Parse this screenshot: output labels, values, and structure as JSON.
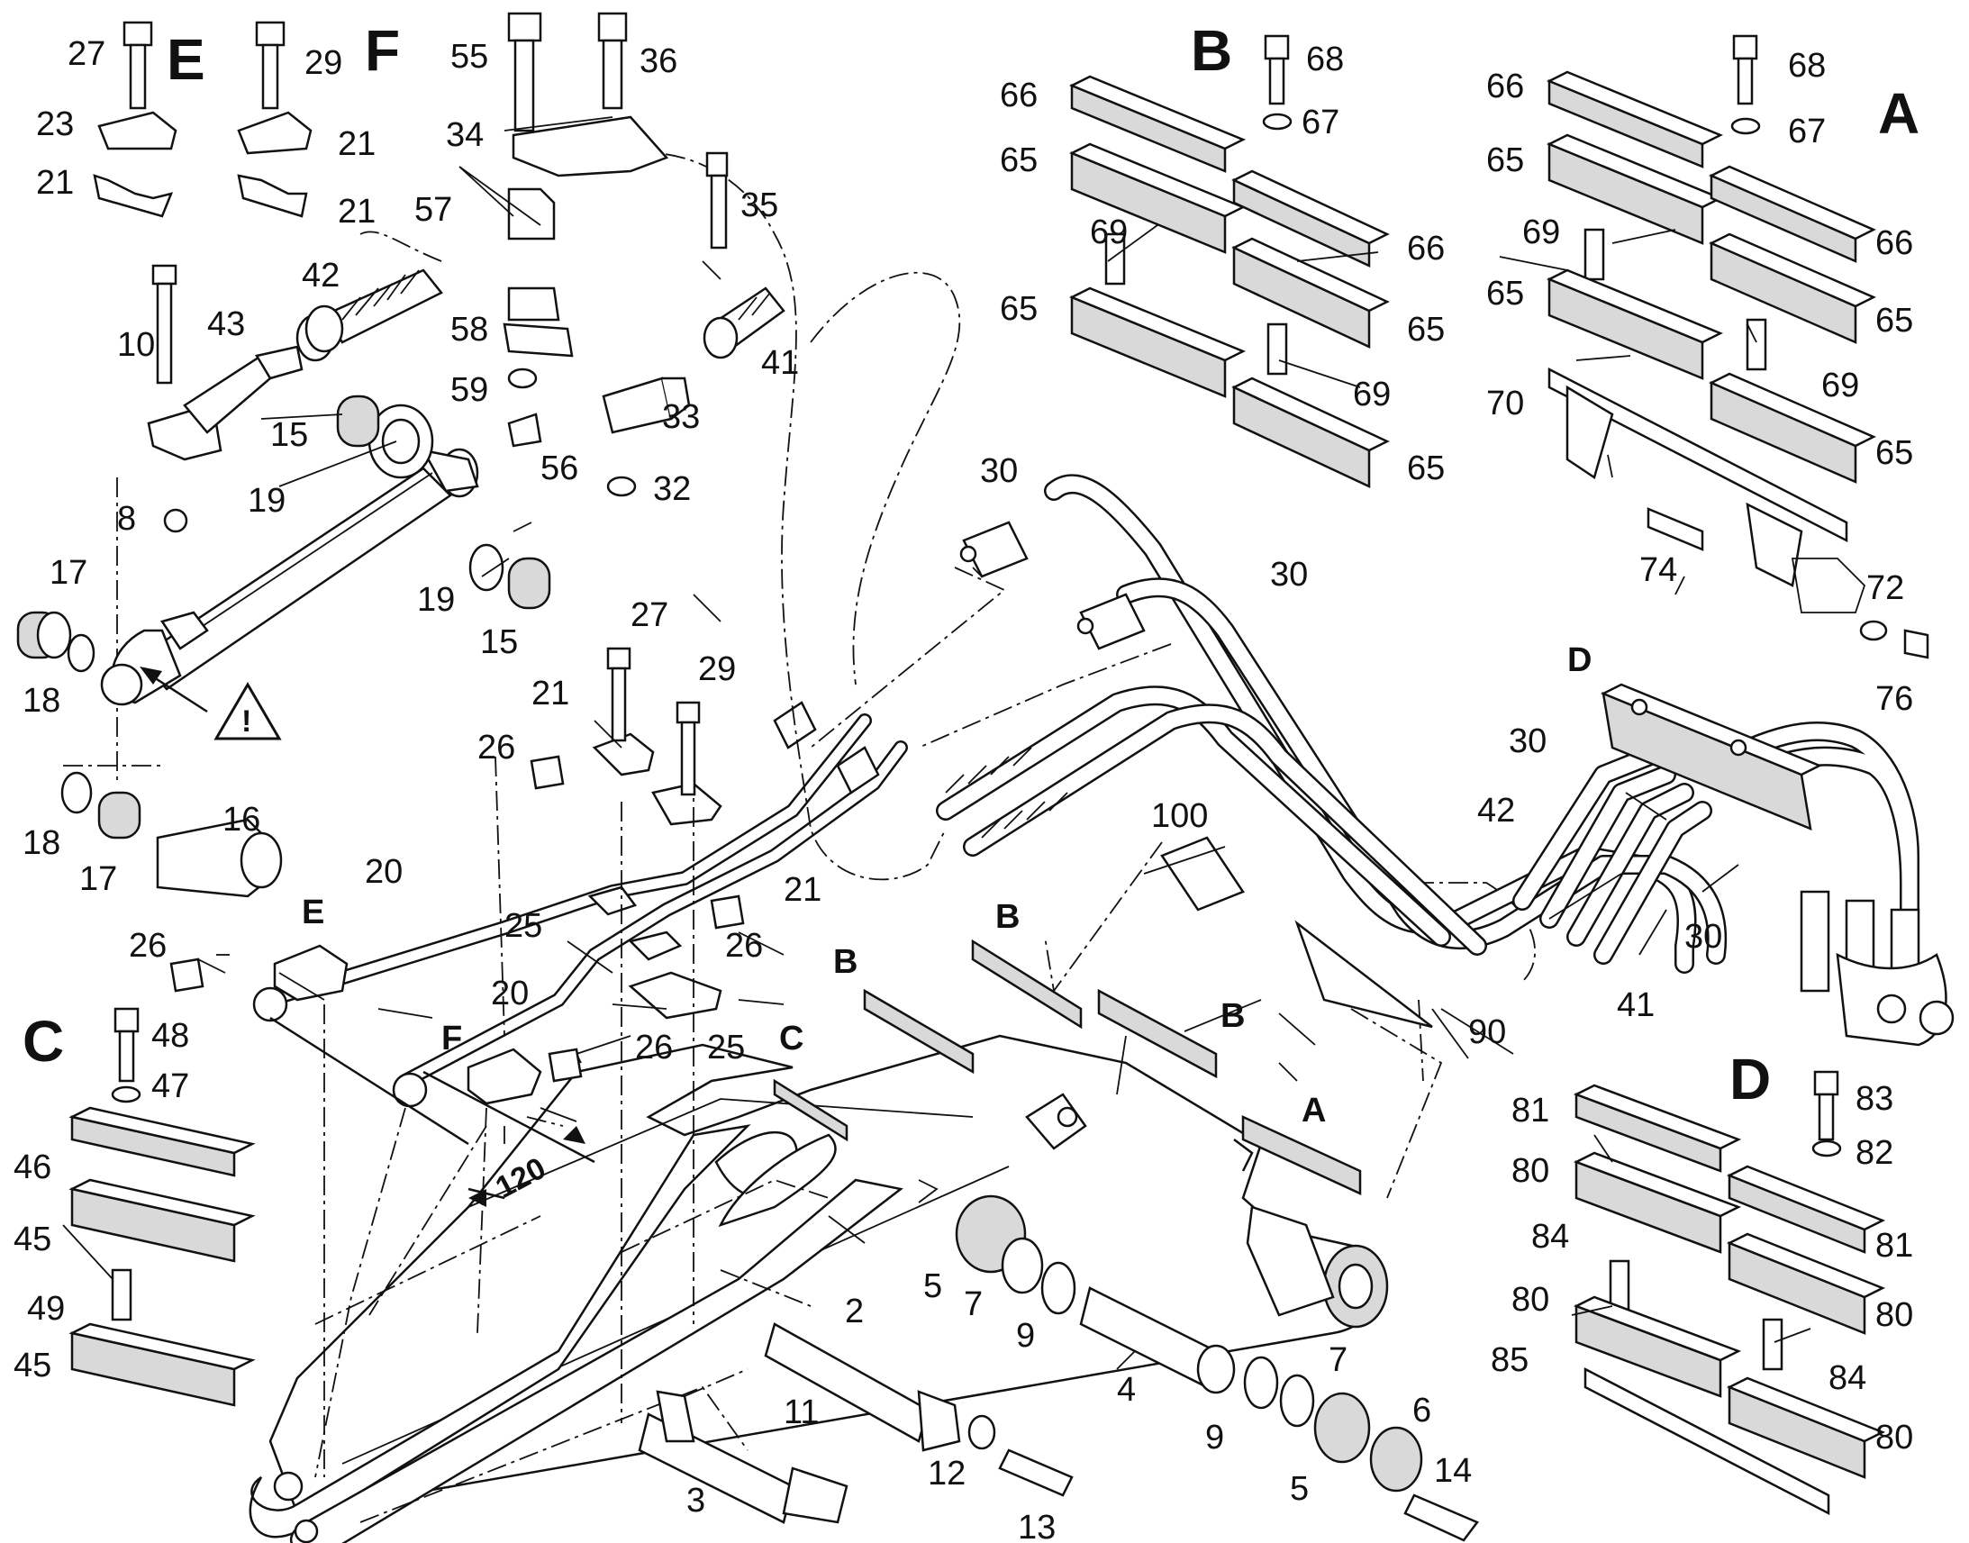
{
  "section_letters": [
    {
      "id": "E-top",
      "text": "E"
    },
    {
      "id": "F-top",
      "text": "F"
    },
    {
      "id": "B-top",
      "text": "B"
    },
    {
      "id": "A-top",
      "text": "A"
    },
    {
      "id": "D-upper",
      "text": "D"
    },
    {
      "id": "E-boom",
      "text": "E"
    },
    {
      "id": "F-boom",
      "text": "F"
    },
    {
      "id": "B-boom-1",
      "text": "B"
    },
    {
      "id": "B-boom-2",
      "text": "B"
    },
    {
      "id": "B-boom-3",
      "text": "B"
    },
    {
      "id": "C-boom",
      "text": "C"
    },
    {
      "id": "A-boom",
      "text": "A"
    },
    {
      "id": "C-detail",
      "text": "C"
    },
    {
      "id": "D-detail",
      "text": "D"
    }
  ],
  "part_numbers": [
    "27",
    "29",
    "23",
    "21",
    "21",
    "21",
    "55",
    "36",
    "34",
    "57",
    "35",
    "42",
    "58",
    "59",
    "56",
    "33",
    "41",
    "32",
    "10",
    "43",
    "15",
    "19",
    "8",
    "17",
    "18",
    "19",
    "15",
    "18",
    "17",
    "16",
    "66",
    "68",
    "67",
    "65",
    "66",
    "69",
    "65",
    "65",
    "69",
    "65",
    "66",
    "68",
    "67",
    "65",
    "66",
    "69",
    "65",
    "65",
    "70",
    "69",
    "65",
    "74",
    "72",
    "76",
    "30",
    "30",
    "30",
    "42",
    "41",
    "30",
    "100",
    "90",
    "27",
    "29",
    "21",
    "26",
    "21",
    "20",
    "25",
    "26",
    "26",
    "20",
    "25",
    "26",
    "48",
    "47",
    "46",
    "45",
    "49",
    "45",
    "2",
    "5",
    "7",
    "9",
    "11",
    "12",
    "13",
    "3",
    "4",
    "7",
    "9",
    "6",
    "5",
    "14",
    "83",
    "81",
    "82",
    "80",
    "81",
    "84",
    "80",
    "80",
    "85",
    "84",
    "80"
  ],
  "dimension": "120",
  "warning_icon": "warning-triangle-icon"
}
